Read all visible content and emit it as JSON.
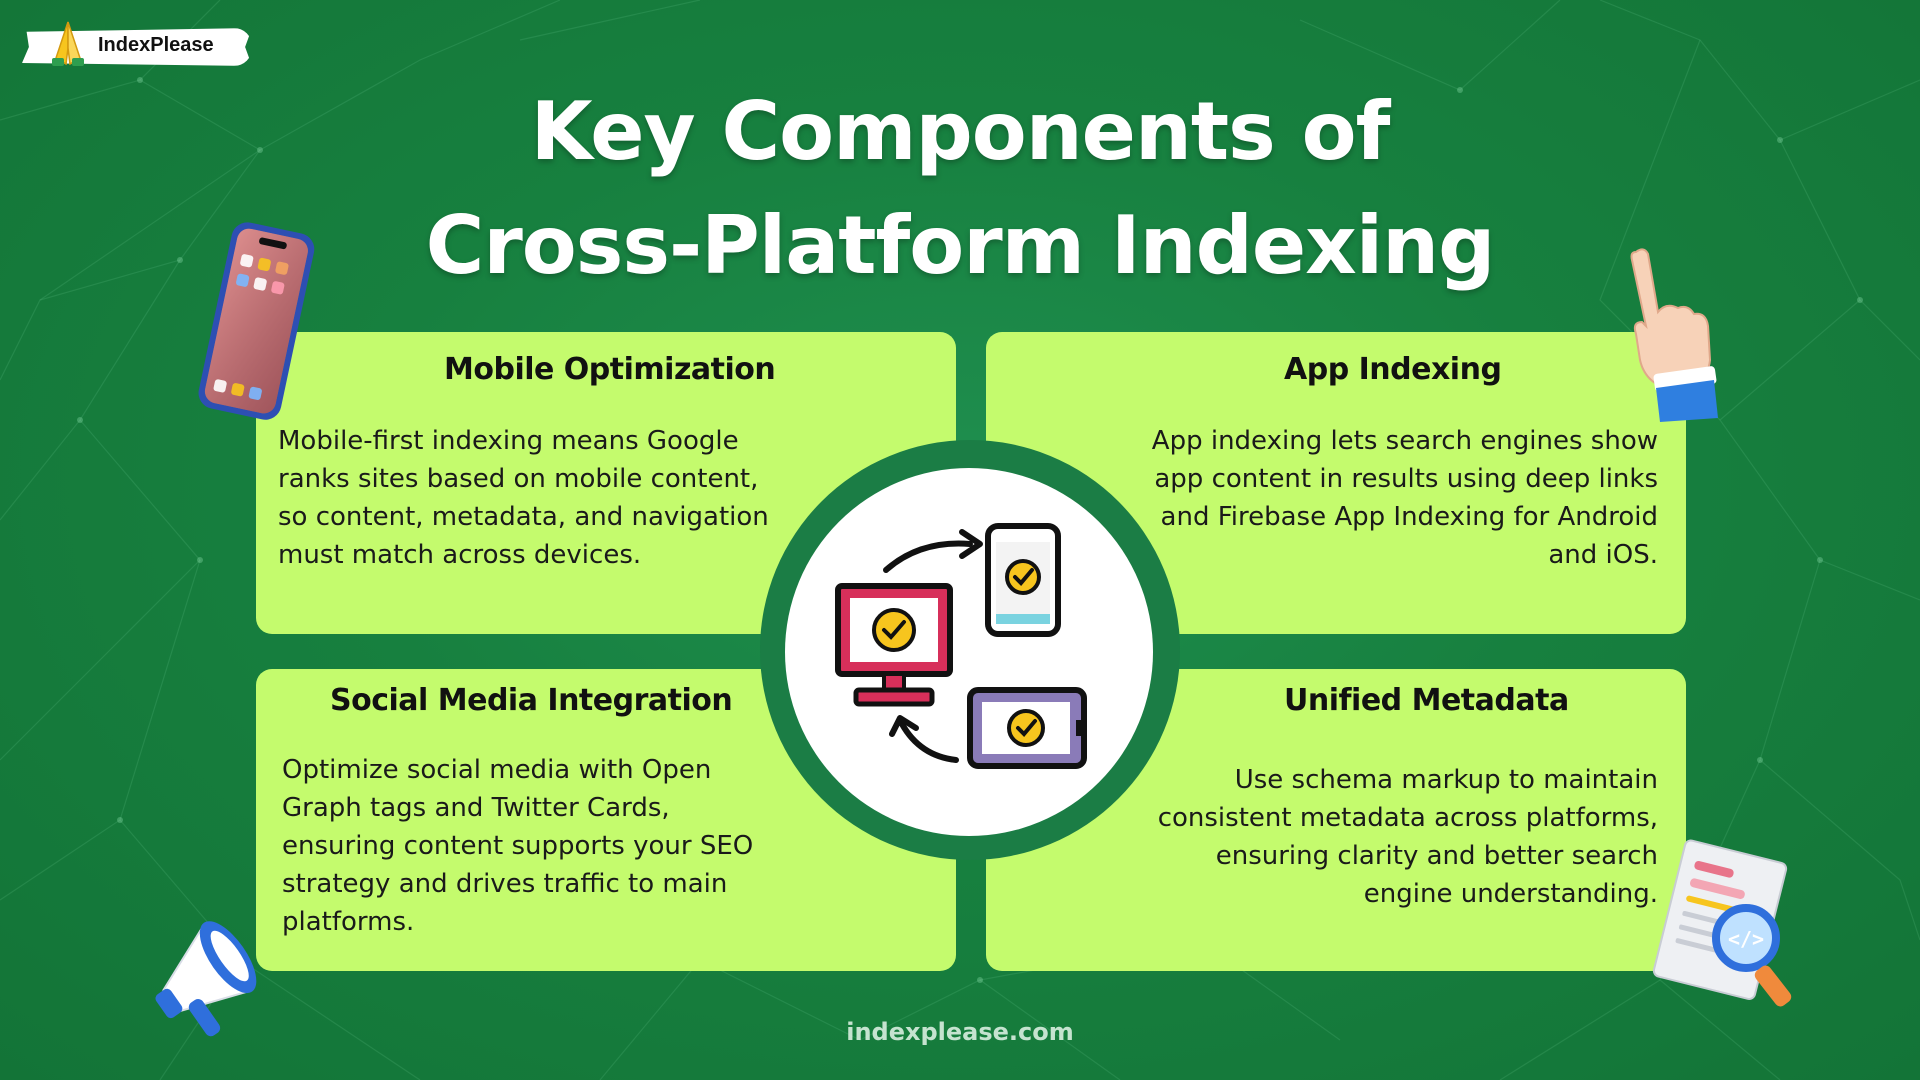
{
  "brand": {
    "name": "IndexPlease",
    "footer_url": "indexplease.com"
  },
  "title": {
    "line1": "Key Components of",
    "line2": "Cross-Platform Indexing"
  },
  "cards": [
    {
      "title": "Mobile Optimization",
      "lines": [
        "Mobile-first indexing means Google",
        "ranks sites based on mobile content,",
        "so content, metadata, and navigation",
        "must match across devices."
      ]
    },
    {
      "title": "App Indexing",
      "lines": [
        "App indexing lets search engines show",
        "app content in results using deep links",
        "and Firebase App Indexing for Android",
        "and iOS."
      ]
    },
    {
      "title": "Social Media Integration",
      "lines": [
        "Optimize social media with Open",
        "Graph tags and Twitter Cards,",
        "ensuring content supports your SEO",
        "strategy and drives traffic to main",
        "platforms."
      ]
    },
    {
      "title": "Unified Metadata",
      "lines": [
        "Use schema markup to maintain",
        "consistent metadata across platforms,",
        "ensuring clarity and better search",
        "engine understanding."
      ]
    }
  ],
  "colors": {
    "background": "#17803f",
    "card": "#c4fb6d",
    "accent_yellow": "#f7c51e",
    "monitor": "#d72f5a",
    "tablet": "#8a7bb8"
  },
  "icons": {
    "center": "cross-device-sync-icon",
    "top_left": "smartphone-icon",
    "top_right": "pointing-hand-icon",
    "bottom_left": "megaphone-icon",
    "bottom_right": "document-search-icon",
    "logo": "praying-hands-icon"
  }
}
